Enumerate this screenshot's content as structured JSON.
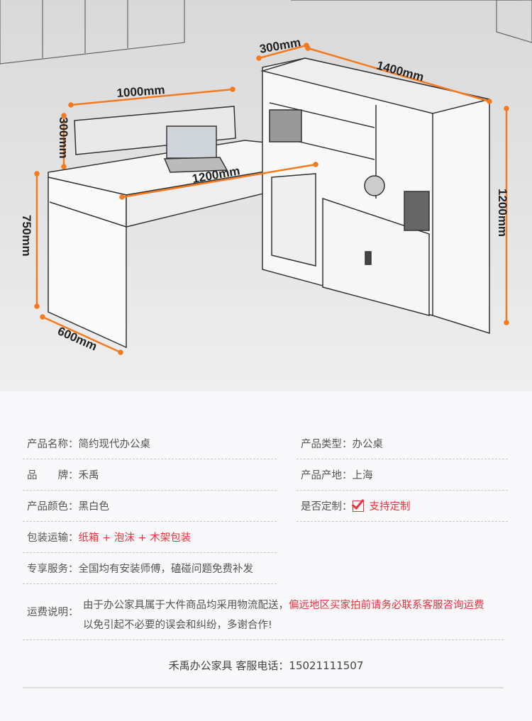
{
  "dimensions": {
    "cabinet_depth": "300mm",
    "cabinet_width": "1400mm",
    "screen_width": "1000mm",
    "screen_height": "300mm",
    "desk_width": "1200mm",
    "desk_height": "750mm",
    "desk_depth": "600mm",
    "cabinet_height": "1200mm"
  },
  "colors": {
    "accent": "#f47a20",
    "highlight": "#e8323c"
  },
  "specs": {
    "name": {
      "label": "产品名称：",
      "value": "简约现代办公桌"
    },
    "type": {
      "label": "产品类型：",
      "value": "办公桌"
    },
    "brand": {
      "label": "品　　牌：",
      "value": "禾禹"
    },
    "origin": {
      "label": "产品产地：",
      "value": "上海"
    },
    "color": {
      "label": "产品颜色：",
      "value": "黑白色"
    },
    "custom": {
      "label": "是否定制：",
      "value": "支持定制",
      "checked": true
    },
    "packaging": {
      "label": "包装运输：",
      "value": "纸箱 + 泡沫 + 木架包装"
    },
    "service": {
      "label": "专享服务：",
      "value": "全国均有安装师傅，磕碰问题免费补发"
    }
  },
  "shipping": {
    "label": "运费说明：",
    "text_normal": "由于办公家具属于大件商品均采用物流配送，",
    "text_highlight": "偏远地区买家拍前请务必联系客服咨询运费",
    "text_line2": "以免引起不必要的误会和纠纷，多谢合作!"
  },
  "footer": "禾禹办公家具 客服电话：15021111507"
}
